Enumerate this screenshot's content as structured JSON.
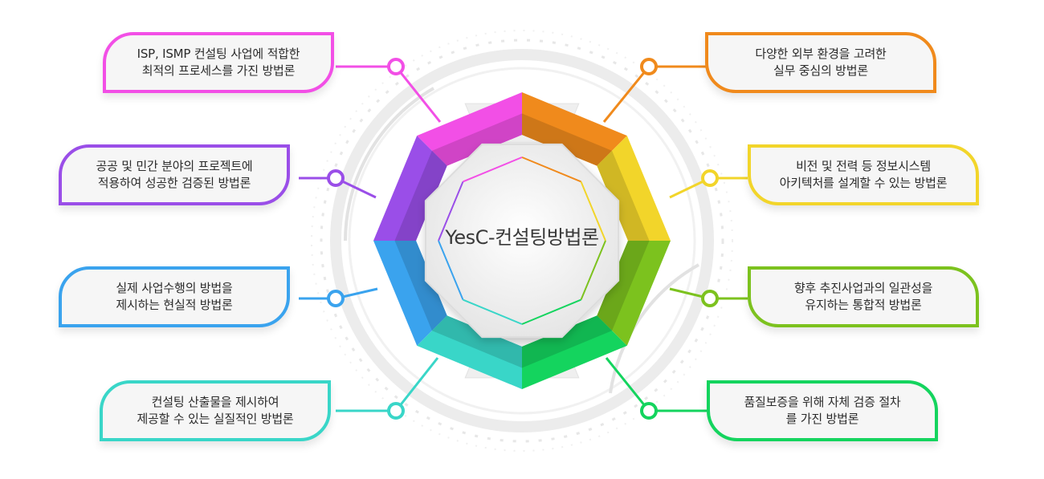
{
  "center": {
    "title": "YesC-컨설팅방법론"
  },
  "items": [
    {
      "line1": "ISP, ISMP 컨설팅 사업에 적합한",
      "line2": "최적의 프로세스를 가진 방법론",
      "color": "#f24fe6"
    },
    {
      "line1": "공공 및 민간 분야의 프로젝트에",
      "line2": "적용하여 성공한 검증된 방법론",
      "color": "#9a4ee8"
    },
    {
      "line1": "실제 사업수행의 방법을",
      "line2": "제시하는 현실적 방법론",
      "color": "#3aa3ee"
    },
    {
      "line1": "컨설팅 산출물을 제시하여",
      "line2": "제공할 수 있는 실질적인 방법론",
      "color": "#39d6c8"
    },
    {
      "line1": "다양한 외부 환경을 고려한",
      "line2": "실무 중심의 방법론",
      "color": "#f08a1c"
    },
    {
      "line1": "비전 및 전력 등 정보시스템",
      "line2": "아키텍처를 설계할 수 있는 방법론",
      "color": "#f2d52a"
    },
    {
      "line1": "향후 추진사업과의 일관성을",
      "line2": "유지하는 통합적 방법론",
      "color": "#7cc21e"
    },
    {
      "line1": "품질보증을 위해 자체 검증 절차",
      "line2": "를 가진 방법론",
      "color": "#14d45e"
    }
  ]
}
